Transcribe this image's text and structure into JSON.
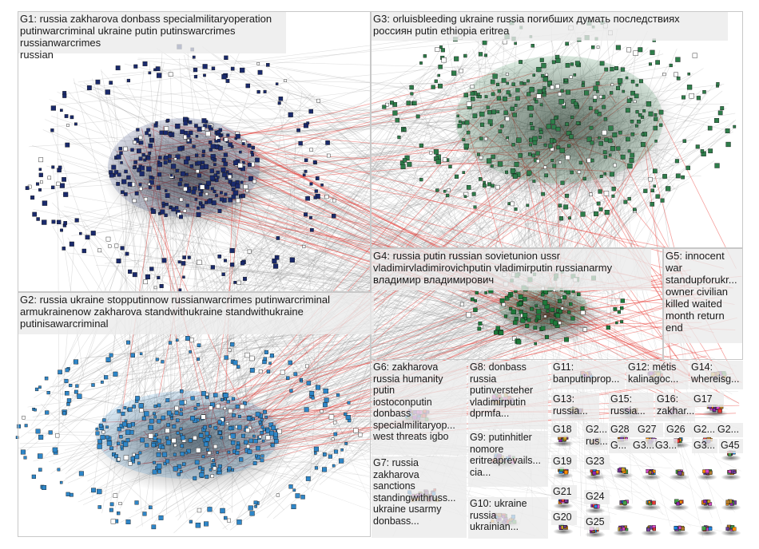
{
  "groups": [
    {
      "id": "G1",
      "text": "G1: russia zakharova donbass specialmilitaryoperation\nputinwarcriminal ukraine putin putinswarcrimes russianwarcrimes\nrussian",
      "color": "#1a2a6c"
    },
    {
      "id": "G3",
      "text": "G3: orluisbleeding ukraine russia погибших думать последствиях\nроссиян putin ethiopia eritrea",
      "color": "#2e7d4a"
    },
    {
      "id": "G2",
      "text": "G2: russia ukraine stopputinnow russianwarcrimes putinwarcriminal\narmukrainenow zakharova standwithukraine standwithukraine\nputinisawarcriminal",
      "color": "#2e86c8"
    },
    {
      "id": "G4",
      "text": "G4: russia putin russian sovietunion ussr\nvladimirvladimirovichputin vladimirputin russianarmy\nвладимир владимирович",
      "color": "#1e7a3a"
    },
    {
      "id": "G5",
      "text": "G5: innocent\nwar\nstandupforukr...\nowner civilian\nkilled waited\nmonth return\nend",
      "color": "#d32f2f"
    },
    {
      "id": "G6",
      "text": "G6: zakharova\nrussia humanity\nputin\niostoconputin\ndonbass\nspecialmilitaryop...\nwest threats igbo",
      "color": "#b07a2a"
    },
    {
      "id": "G7",
      "text": "G7: russia\nzakharova\nsanctions\nstandingwithruss...\nukraine usarmy\ndonbass...",
      "color": "#c9a227"
    },
    {
      "id": "G8",
      "text": "G8: donbass\nrussia\nputinversteher\nvladimirputin\ndprmfa...",
      "color": "#6a3d9a"
    },
    {
      "id": "G9",
      "text": "G9: putinhitler\nnomore\neritreaprevails...\ncia...",
      "color": "#d946c8"
    },
    {
      "id": "G10",
      "text": "G10: ukraine\nrussia\nukrainian...",
      "color": "#7b3fa0"
    },
    {
      "id": "G11",
      "text": "G11:\nbanputinprop...",
      "color": "#4a6fa5"
    },
    {
      "id": "G12",
      "text": "G12: métis\nkalinagoc...",
      "color": "#888888"
    },
    {
      "id": "G13",
      "text": "G13:\nrussia...",
      "color": "#555555"
    },
    {
      "id": "G14",
      "text": "G14:\nwhereisg...",
      "color": "#9b59b6"
    },
    {
      "id": "G15",
      "text": "G15:\nrussia...",
      "color": "#333333"
    },
    {
      "id": "G16",
      "text": "G16:\nzakhar...",
      "color": "#222222"
    },
    {
      "id": "G17",
      "text": "G17",
      "color": "#222222"
    },
    {
      "id": "G18",
      "text": "G18",
      "color": "#444444"
    },
    {
      "id": "G2x",
      "text": "G2...\nrus...",
      "color": "#444444"
    },
    {
      "id": "G28",
      "text": "G28",
      "color": "#444444"
    },
    {
      "id": "G27",
      "text": "G27",
      "color": "#444444"
    },
    {
      "id": "G26",
      "text": "G26",
      "color": "#444444"
    },
    {
      "id": "G2y",
      "text": "G2...",
      "color": "#444444"
    },
    {
      "id": "G45",
      "text": "G45",
      "color": "#444444"
    },
    {
      "id": "G19",
      "text": "G19",
      "color": "#444444"
    },
    {
      "id": "G23",
      "text": "G23",
      "color": "#444444"
    },
    {
      "id": "Gdots",
      "text": "G...",
      "color": "#444444"
    },
    {
      "id": "G3a",
      "text": "G3...",
      "color": "#444444"
    },
    {
      "id": "G3b",
      "text": "G3...",
      "color": "#444444"
    },
    {
      "id": "G3c",
      "text": "G3...",
      "color": "#444444"
    },
    {
      "id": "G2z",
      "text": "G2...",
      "color": "#444444"
    },
    {
      "id": "G21",
      "text": "G21",
      "color": "#444444"
    },
    {
      "id": "G24",
      "text": "G24",
      "color": "#444444"
    },
    {
      "id": "G20",
      "text": "G20",
      "color": "#444444"
    },
    {
      "id": "G25",
      "text": "G25",
      "color": "#444444"
    }
  ],
  "palette": {
    "edge_gray": "#8c8c8c",
    "edge_red": "#e8312a",
    "shadow": "#222222"
  }
}
